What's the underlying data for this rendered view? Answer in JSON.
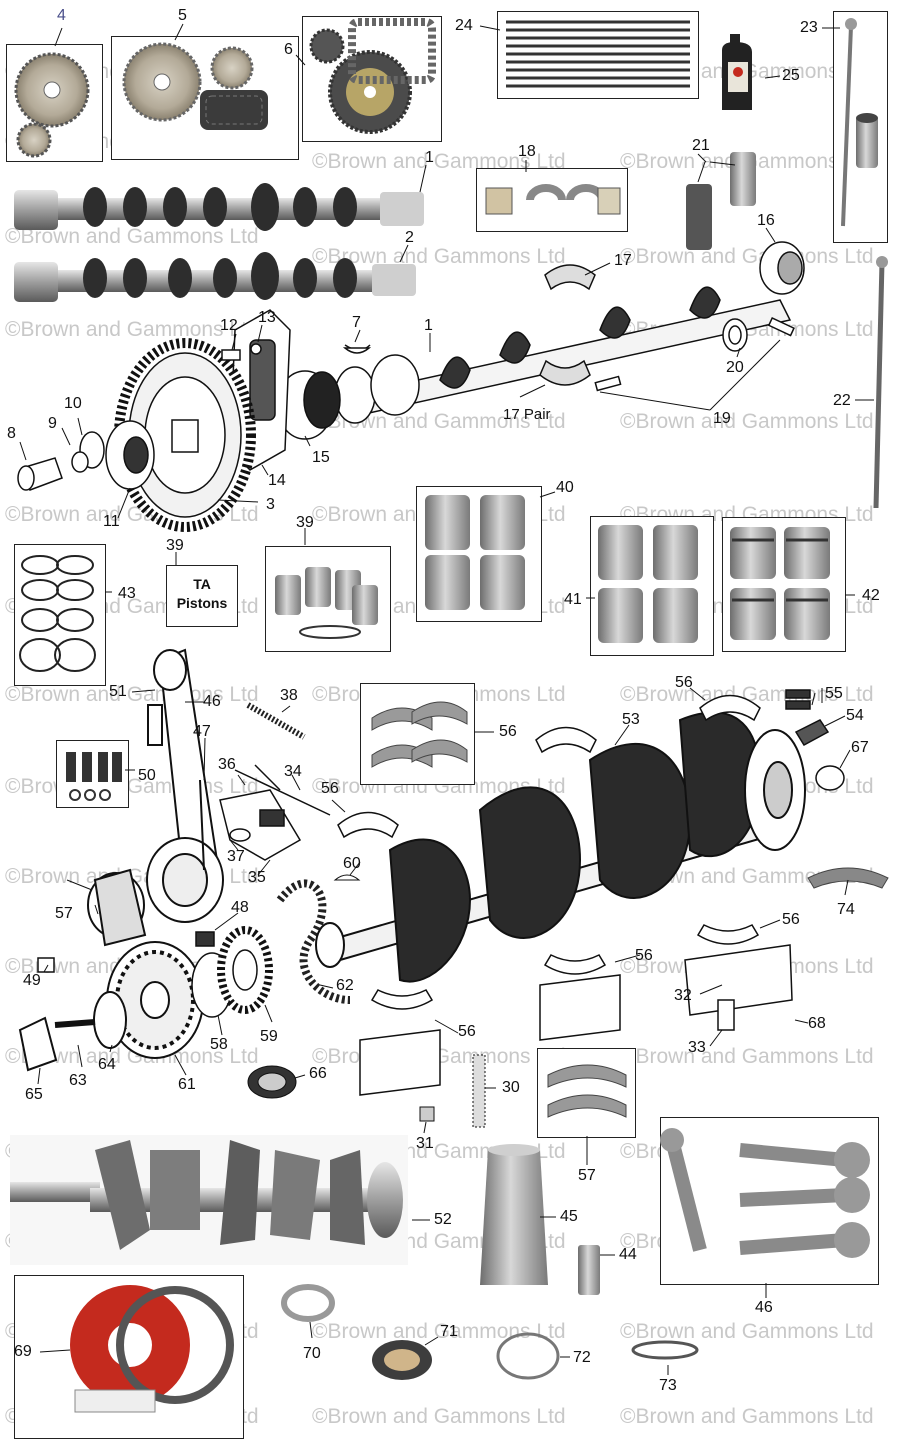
{
  "watermark": "©Brown and Gammons Ltd",
  "ta_pistons": {
    "line1": "TA",
    "line2": "Pistons"
  },
  "labels": {
    "n1": "1",
    "n1b": "1",
    "n2": "2",
    "n3": "3",
    "n4": "4",
    "n5": "5",
    "n6": "6",
    "n7": "7",
    "n8": "8",
    "n9": "9",
    "n10": "10",
    "n11": "11",
    "n12": "12",
    "n13": "13",
    "n14": "14",
    "n15": "15",
    "n16": "16",
    "n17": "17",
    "n17pair": "17 Pair",
    "n18": "18",
    "n19": "19",
    "n20": "20",
    "n21": "21",
    "n22": "22",
    "n23": "23",
    "n24": "24",
    "n25": "25",
    "n30": "30",
    "n31": "31",
    "n32": "32",
    "n33": "33",
    "n34": "34",
    "n35": "35",
    "n36": "36",
    "n37": "37",
    "n38": "38",
    "n39": "39",
    "n39b": "39",
    "n40": "40",
    "n41": "41",
    "n42": "42",
    "n43": "43",
    "n44": "44",
    "n45": "45",
    "n46": "46",
    "n46b": "46",
    "n47": "47",
    "n48": "48",
    "n49": "49",
    "n50": "50",
    "n51": "51",
    "n52": "52",
    "n53": "53",
    "n54": "54",
    "n55": "55",
    "n56a": "56",
    "n56b": "56",
    "n56c": "56",
    "n56d": "56",
    "n56e": "56",
    "n56f": "56",
    "n57": "57",
    "n57b": "57",
    "n58": "58",
    "n59": "59",
    "n60": "60",
    "n61": "61",
    "n62": "62",
    "n63": "63",
    "n64": "64",
    "n65": "65",
    "n66": "66",
    "n67": "67",
    "n68": "68",
    "n69": "69",
    "n70": "70",
    "n71": "71",
    "n72": "72",
    "n73": "73",
    "n74": "74"
  },
  "colors": {
    "line": "#111111",
    "metal": "#9a9a9a",
    "dark": "#3a3a3a",
    "light": "#d9d9d9",
    "red": "#c42a1e",
    "watermark": "#c8c8c8",
    "label_4": "#4a4f8a"
  }
}
